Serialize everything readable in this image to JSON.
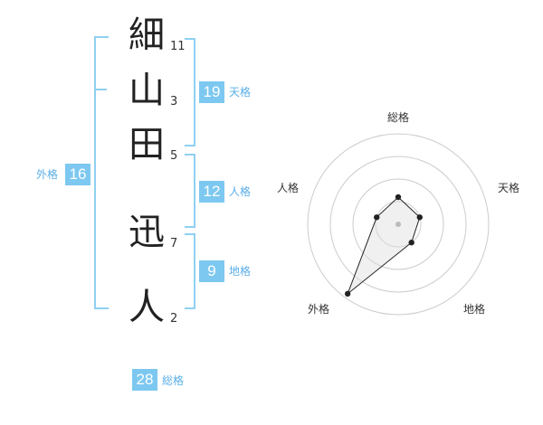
{
  "name_chars": [
    {
      "char": "細",
      "strokes": "11"
    },
    {
      "char": "山",
      "strokes": "3"
    },
    {
      "char": "田",
      "strokes": "5"
    },
    {
      "char": "迅",
      "strokes": "7"
    },
    {
      "char": "人",
      "strokes": "2"
    }
  ],
  "kaku": {
    "tenkaku": {
      "value": "19",
      "label": "天格"
    },
    "jinkaku": {
      "value": "12",
      "label": "人格"
    },
    "chikaku": {
      "value": "9",
      "label": "地格"
    },
    "gaikaku": {
      "value": "16",
      "label": "外格"
    },
    "soukaku": {
      "value": "28",
      "label": "総格"
    }
  },
  "chart_data": {
    "type": "radar",
    "axes": [
      "総格",
      "天格",
      "地格",
      "外格",
      "人格"
    ],
    "values": [
      0.3,
      0.25,
      0.25,
      0.95,
      0.25
    ],
    "max": 1,
    "rings": 4,
    "colors": {
      "ring": "#cccccc",
      "line": "#222222",
      "fill": "#dddddd",
      "center": "#bbbbbb"
    }
  }
}
